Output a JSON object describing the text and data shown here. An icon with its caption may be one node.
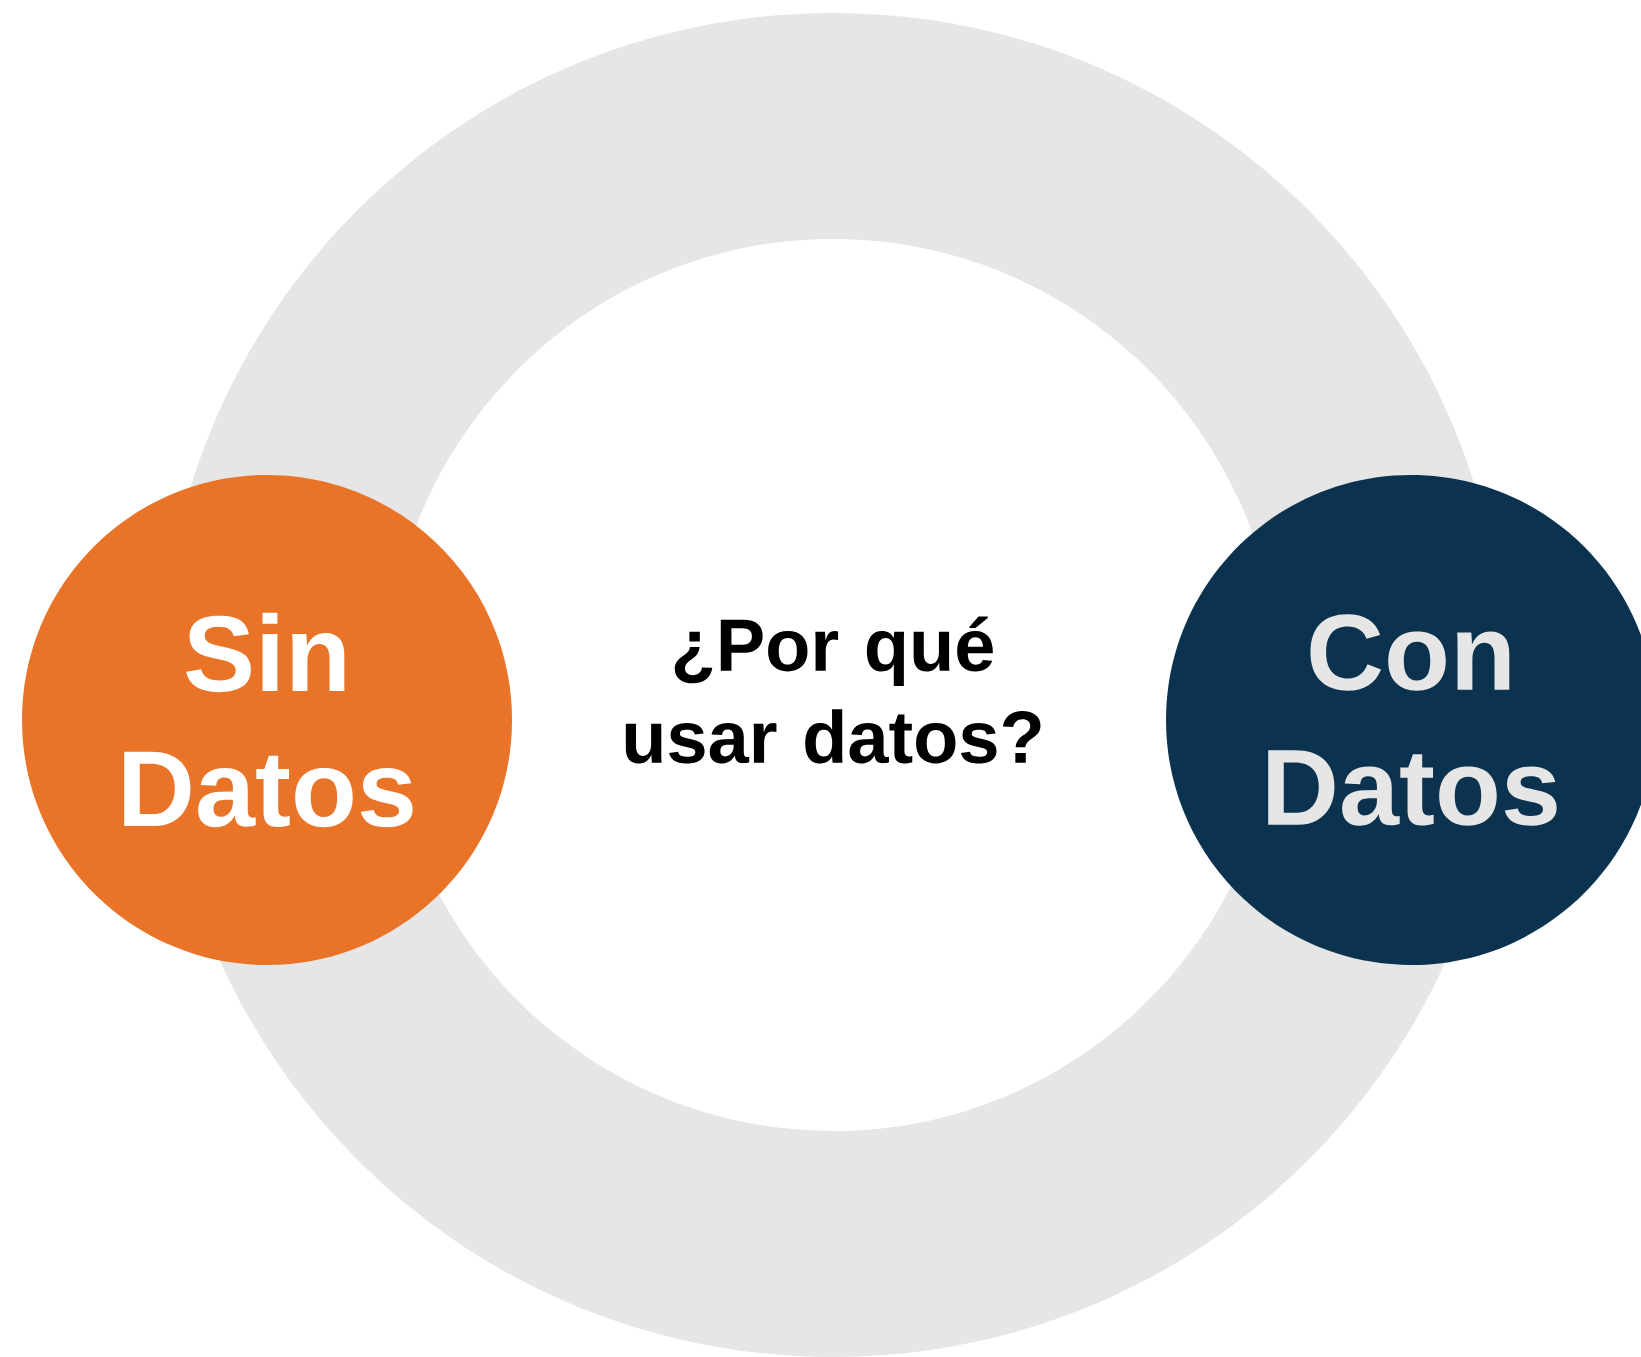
{
  "diagram": {
    "nodes": [
      {
        "text": [
          "Sin Datos"
        ]
      },
      {
        "text": [
          "¿Por qué usar datos?"
        ]
      },
      {
        "text": [
          "Con Datos"
        ]
      }
    ]
  }
}
